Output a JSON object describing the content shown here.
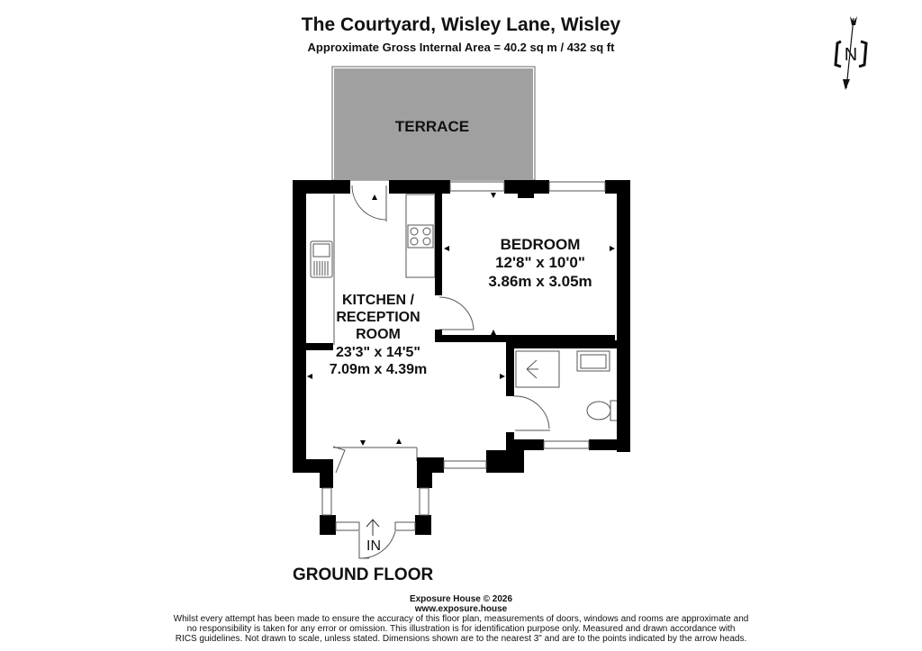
{
  "header": {
    "title": "The Courtyard, Wisley Lane, Wisley",
    "subtitle": "Approximate Gross Internal Area = 40.2 sq m / 432 sq ft"
  },
  "compass": {
    "label": "N"
  },
  "rooms": {
    "terrace": {
      "name": "TERRACE"
    },
    "bedroom": {
      "name": "BEDROOM",
      "imperial": "12'8\" x 10'0\"",
      "metric": "3.86m x 3.05m"
    },
    "kitchen": {
      "name_line1": "KITCHEN /",
      "name_line2": "RECEPTION",
      "name_line3": "ROOM",
      "imperial": "23'3\" x 14'5\"",
      "metric": "7.09m x 4.39m"
    },
    "entrance": {
      "label": "IN"
    }
  },
  "floor_label": "GROUND FLOOR",
  "colors": {
    "wall": "#000000",
    "terrace": "#a0a0a0",
    "fixture": "#555555"
  },
  "footer": {
    "company": "Exposure House © 2026",
    "website": "www.exposure.house",
    "disclaimer_1": "Whilst every attempt has been made to ensure the accuracy of this floor plan, measurements of doors, windows and rooms are approximate and",
    "disclaimer_2": "no responsibility is taken for any error or omission. This illustration is for identification purpose only. Measured and drawn accordance with",
    "disclaimer_3": "RICS guidelines. Not drawn to scale, unless stated. Dimensions shown are to the nearest 3\" and are to the points indicated by the arrow heads."
  }
}
